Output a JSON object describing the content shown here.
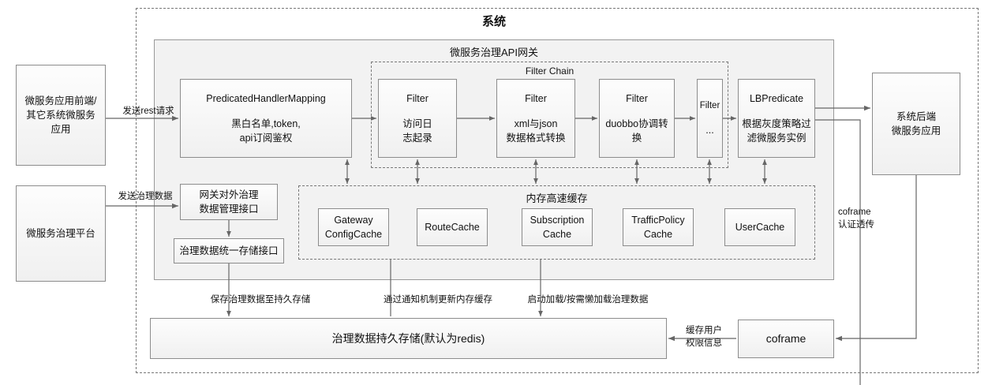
{
  "diagram": {
    "system_title": "系统",
    "gateway_title": "微服务治理API网关",
    "filter_chain_title": "Filter Chain",
    "cache_title": "内存高速缓存"
  },
  "left_nodes": [
    {
      "id": "frontend",
      "lines": [
        "微服务应用前端/",
        "其它系统微服务",
        "应用"
      ]
    },
    {
      "id": "platform",
      "lines": [
        "微服务治理平台"
      ]
    }
  ],
  "right_nodes": [
    {
      "id": "backend",
      "lines": [
        "系统后端",
        "微服务应用"
      ]
    }
  ],
  "gateway": {
    "handler": {
      "title": "PredicatedHandlerMapping",
      "lines": [
        "黑白名单,token,",
        "api订阅鉴权"
      ]
    },
    "filters": [
      {
        "title": "Filter",
        "lines": [
          "访问日",
          "志起录"
        ]
      },
      {
        "title": "Filter",
        "lines": [
          "xml与json",
          "数据格式转换"
        ]
      },
      {
        "title": "Filter",
        "lines": [
          "duobbo协调转",
          "换"
        ]
      },
      {
        "title": "Filter",
        "lines": [
          "..."
        ]
      }
    ],
    "lbpredicate": {
      "title": "LBPredicate",
      "lines": [
        "根据灰度策略过",
        "滤微服务实例"
      ]
    },
    "mgmt_interface": {
      "lines": [
        "网关对外治理",
        "数据管理接口"
      ]
    },
    "storage_interface": {
      "lines": [
        "治理数据统一存储接口"
      ]
    }
  },
  "caches": [
    {
      "lines": [
        "Gateway",
        "ConfigCache"
      ]
    },
    {
      "lines": [
        "RouteCache"
      ]
    },
    {
      "lines": [
        "Subscription",
        "Cache"
      ]
    },
    {
      "lines": [
        "TrafficPolicy",
        "Cache"
      ]
    },
    {
      "lines": [
        "UserCache"
      ]
    }
  ],
  "bottom": {
    "persistence": {
      "lines": [
        "治理数据持久存储(默认为redis)"
      ]
    },
    "coframe": {
      "lines": [
        "coframe"
      ]
    }
  },
  "edge_labels": [
    {
      "id": "send-rest",
      "lines": [
        "发送rest请求"
      ]
    },
    {
      "id": "send-governance-data",
      "lines": [
        "发送治理数据"
      ]
    },
    {
      "id": "save-to-persistence",
      "lines": [
        "保存治理数据至持久存储"
      ]
    },
    {
      "id": "notify-update-cache",
      "lines": [
        "通过通知机制更新内存缓存"
      ]
    },
    {
      "id": "startup-lazy-load",
      "lines": [
        "启动加载/按需懒加载治理数据"
      ]
    },
    {
      "id": "cache-user-perms",
      "lines": [
        "缓存用户",
        "权限信息"
      ]
    },
    {
      "id": "coframe-auth-passthrough",
      "lines": [
        "coframe",
        "认证透传"
      ]
    }
  ],
  "colors": {
    "border": "#8c8c8c",
    "dashed": "#777777",
    "zone_fill": "#f2f2f2",
    "box_fill_top": "#fdfdfd",
    "box_fill_bottom": "#f0f0f0",
    "text": "#111111",
    "wire": "#666666"
  }
}
